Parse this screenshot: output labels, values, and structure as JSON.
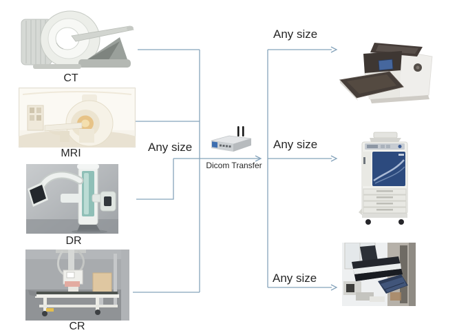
{
  "diagram": {
    "sources": [
      {
        "id": "ct",
        "label": "CT",
        "image": "ct-scanner-photo"
      },
      {
        "id": "mri",
        "label": "MRI",
        "image": "mri-scanner-photo"
      },
      {
        "id": "dr",
        "label": "DR",
        "image": "dr-xray-machine-photo"
      },
      {
        "id": "cr",
        "label": "CR",
        "image": "cr-xray-room-photo"
      }
    ],
    "hub": {
      "label": "Dicom Transfer",
      "image": "wireless-router-photo"
    },
    "outputs": [
      {
        "id": "printer-top",
        "image": "large-format-inkjet-printer-photo",
        "edge_label": "Any size"
      },
      {
        "id": "printer-middle",
        "image": "office-copier-photo",
        "edge_label": "Any size"
      },
      {
        "id": "printer-bottom",
        "image": "desktop-film-printer-photo",
        "edge_label": "Any size"
      }
    ],
    "edge_labels": {
      "input": "Any size",
      "top_output": "Any size",
      "middle_output": "Any size",
      "bottom_output": "Any size"
    },
    "colors": {
      "connector": "#85a3bb",
      "text": "#262626",
      "background": "#ffffff"
    }
  }
}
